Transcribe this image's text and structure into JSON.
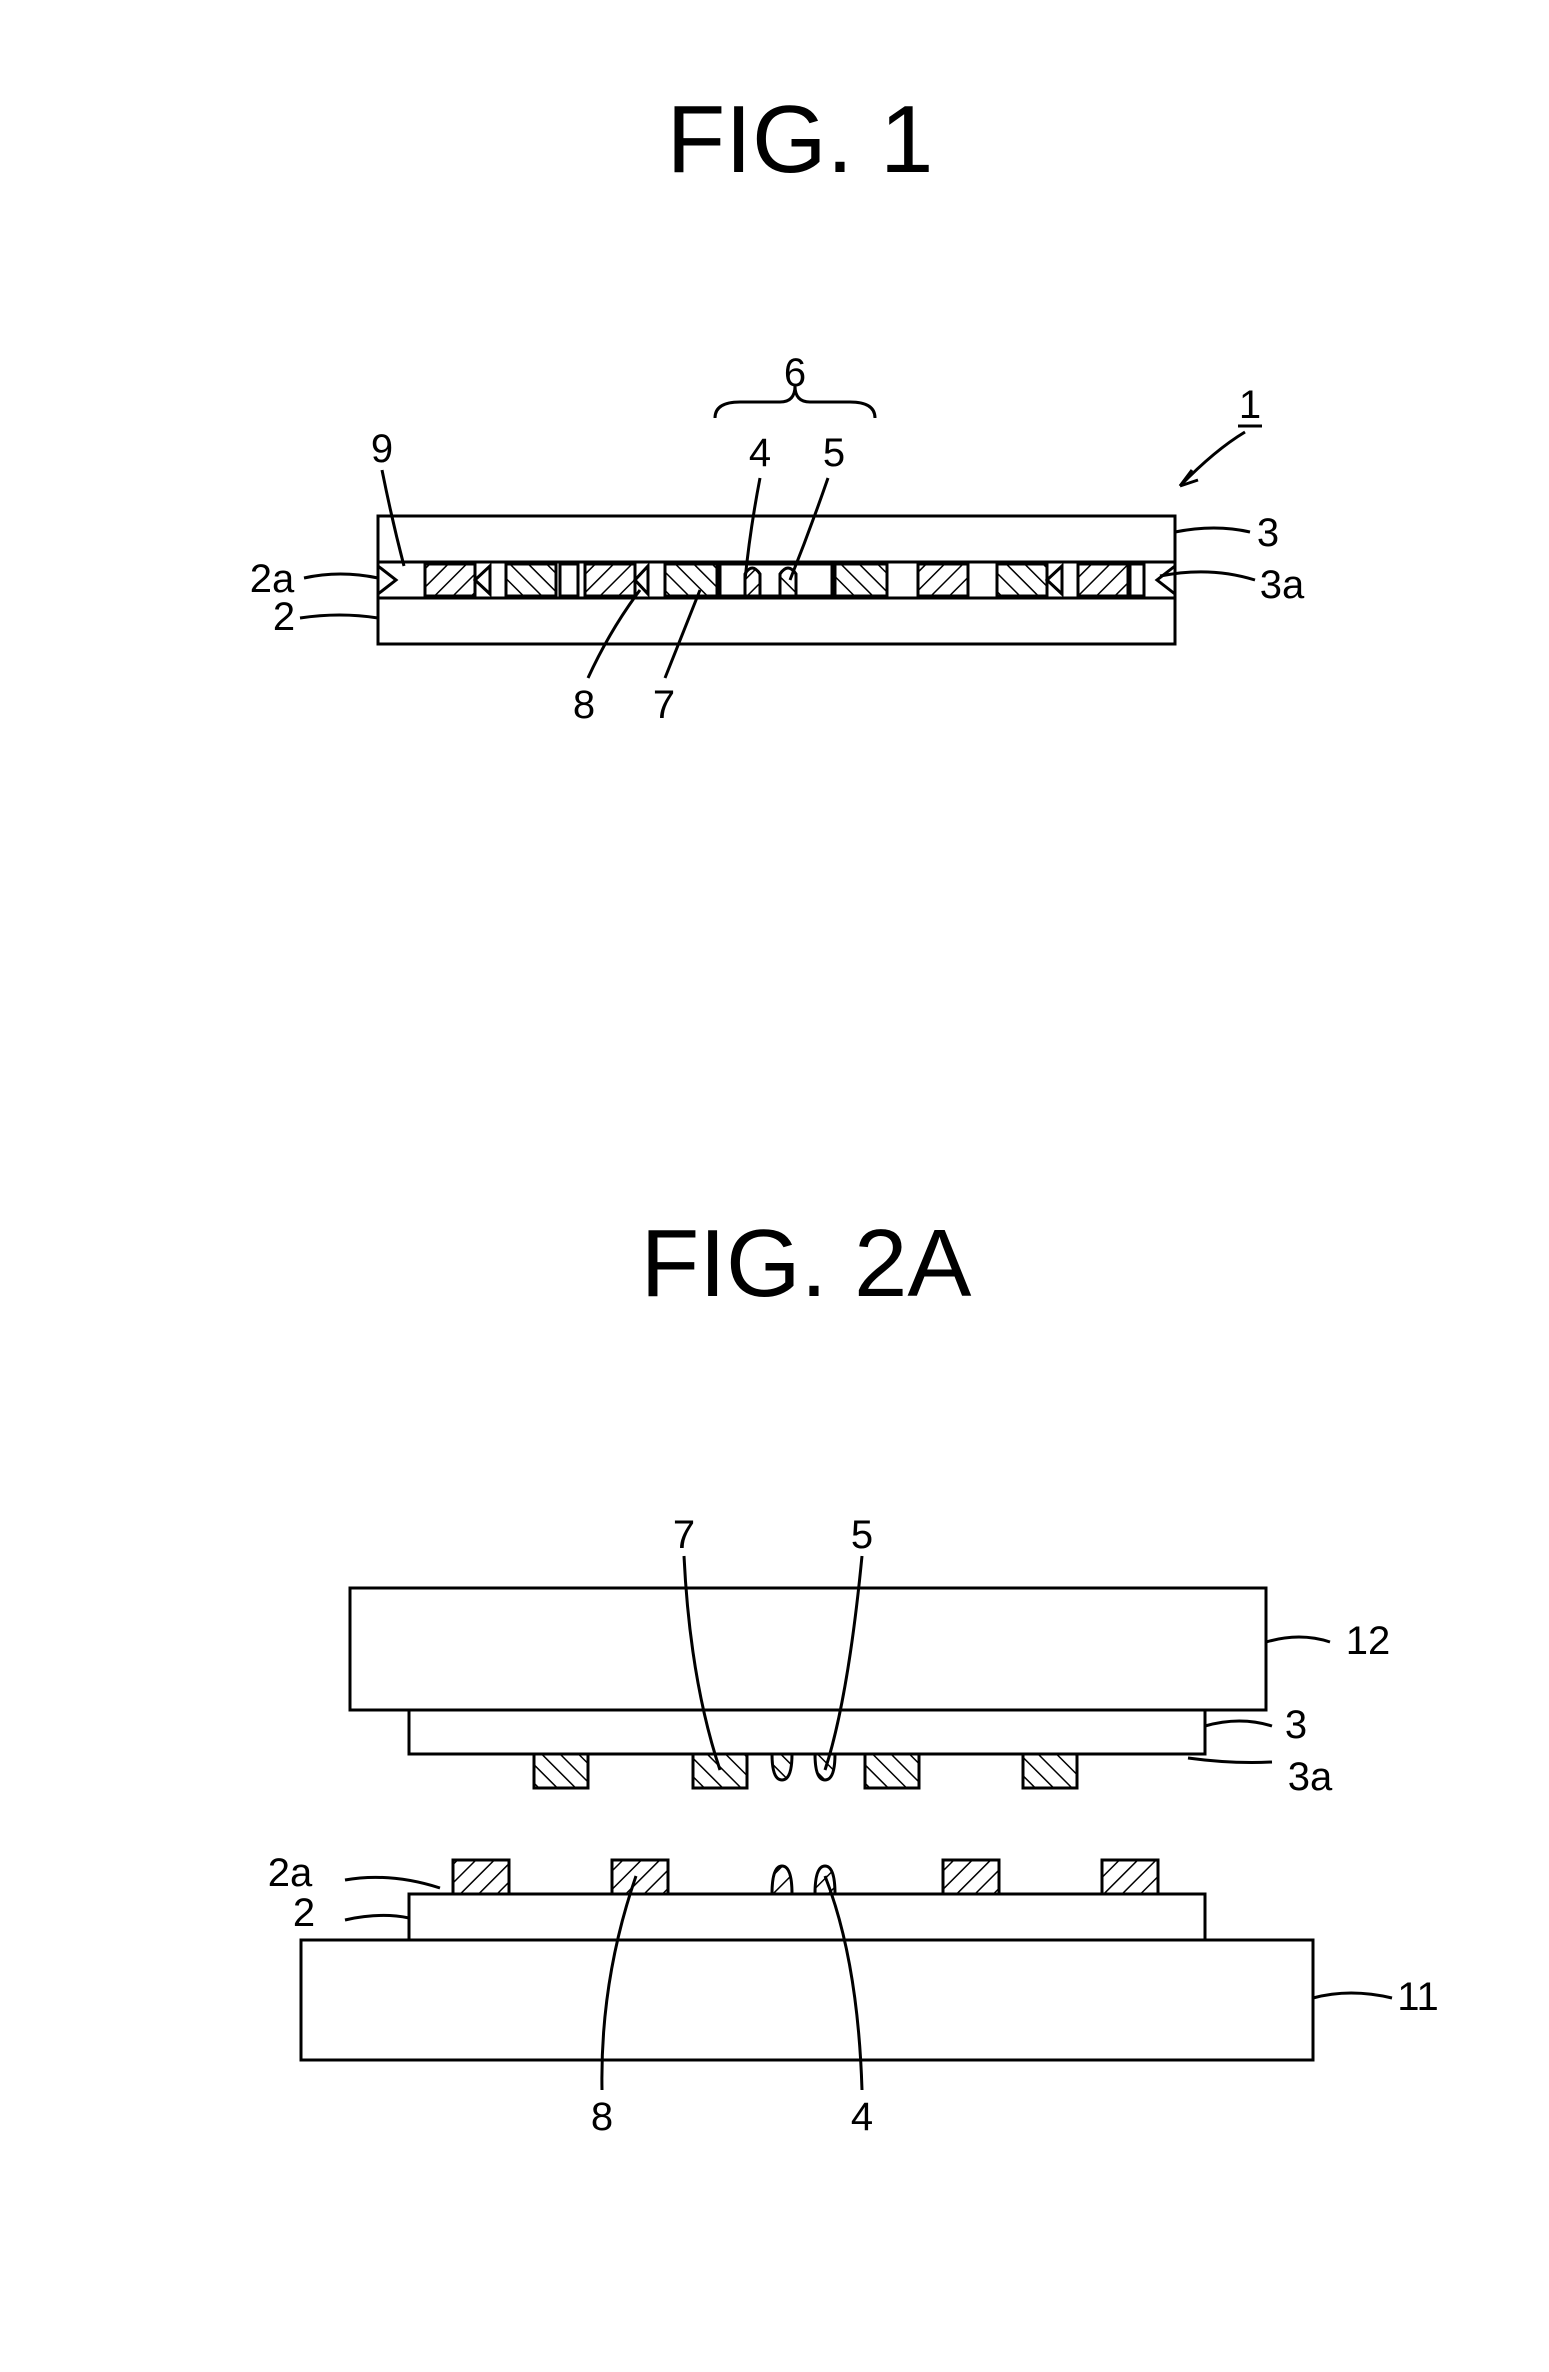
{
  "fig1": {
    "title": "FIG.  1",
    "labels": {
      "l1": "1",
      "l2": "2",
      "l2a": "2a",
      "l3": "3",
      "l3a": "3a",
      "l4": "4",
      "l5": "5",
      "l6": "6",
      "l7": "7",
      "l8": "8",
      "l9": "9"
    }
  },
  "fig2a": {
    "title": "FIG.  2A",
    "labels": {
      "l2": "2",
      "l2a": "2a",
      "l3": "3",
      "l3a": "3a",
      "l4": "4",
      "l5": "5",
      "l7": "7",
      "l8": "8",
      "l11": "11",
      "l12": "12"
    }
  }
}
